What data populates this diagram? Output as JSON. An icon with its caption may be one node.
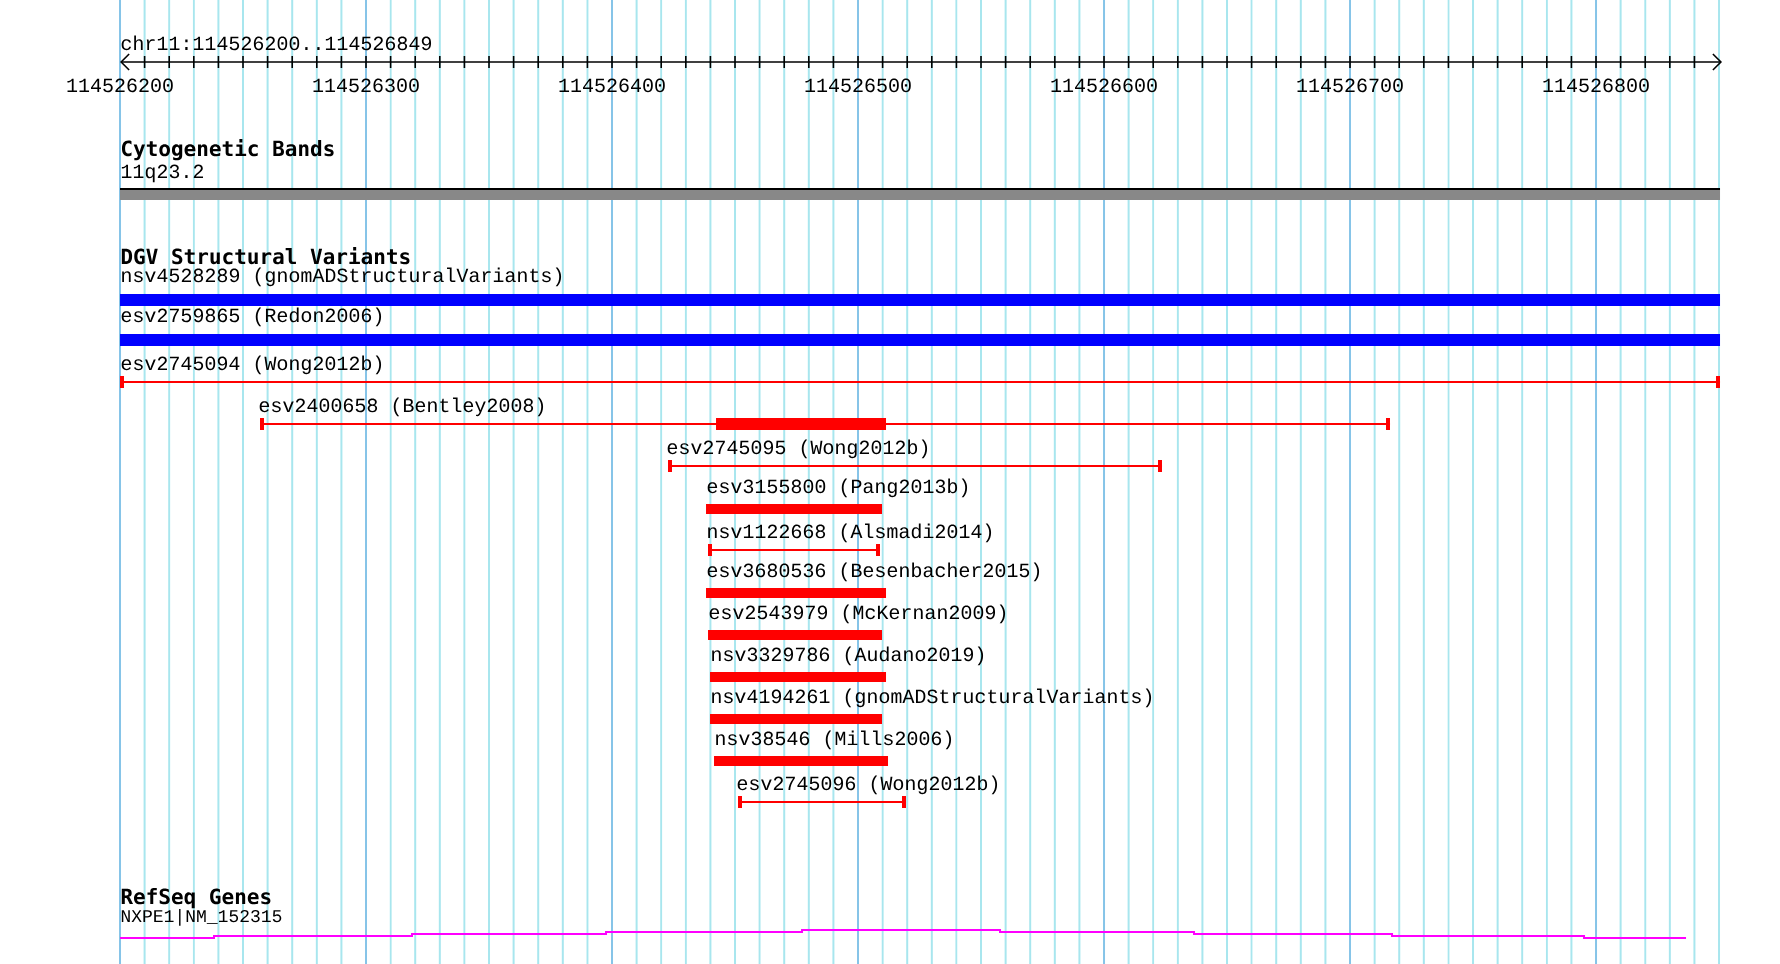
{
  "diagram": {
    "nodes": [
      {
        "text": [
          "11q23.2"
        ]
      },
      {
        "text": [
          "nsv4528289 (gnomADStructuralVariants)"
        ]
      },
      {
        "text": [
          "esv2759865 (Redon2006)"
        ]
      },
      {
        "text": [
          "esv2745094 (Wong2012b)"
        ]
      },
      {
        "text": [
          "esv2400658 (Bentley2008)"
        ]
      },
      {
        "text": [
          "esv2745095 (Wong2012b)"
        ]
      },
      {
        "text": [
          "esv3155800 (Pang2013b)"
        ]
      },
      {
        "text": [
          "nsv1122668 (Alsmadi2014)"
        ]
      },
      {
        "text": [
          "esv3680536 (Besenbacher2015)"
        ]
      },
      {
        "text": [
          "esv2543979 (McKernan2009)"
        ]
      },
      {
        "text": [
          "nsv3329786 (Audano2019)"
        ]
      },
      {
        "text": [
          "nsv4194261 (gnomADStructuralVariants)"
        ]
      },
      {
        "text": [
          "nsv38546 (Mills2006)"
        ]
      },
      {
        "text": [
          "esv2745096 (Wong2012b)"
        ]
      },
      {
        "text": [
          "NXPE1|NM_152315"
        ]
      }
    ],
    "labels": [
      "chr11:114526200..114526849",
      "114526200",
      "114526300",
      "114526400",
      "114526500",
      "114526600",
      "114526700",
      "114526800",
      "Cytogenetic Bands",
      "DGV Structural Variants",
      "RefSeq Genes"
    ]
  }
}
